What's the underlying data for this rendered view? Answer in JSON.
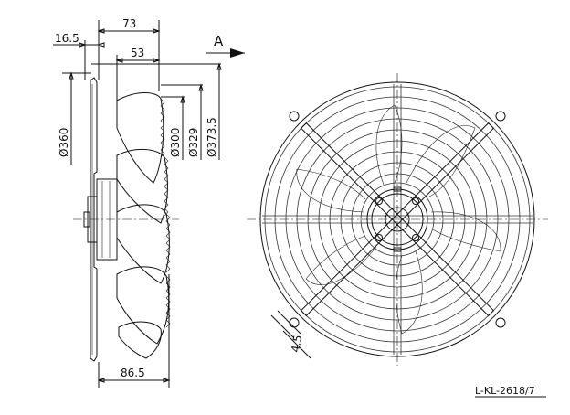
{
  "dims": {
    "d73": "73",
    "d16_5": "16.5",
    "d53": "53",
    "d360": "Ø360",
    "d300": "Ø300",
    "d329": "Ø329",
    "d373_5": "Ø373.5",
    "d86_5": "86.5",
    "d4_5": "4.5"
  },
  "view_label": "A",
  "drawing_ref": "L-KL-2618/7"
}
